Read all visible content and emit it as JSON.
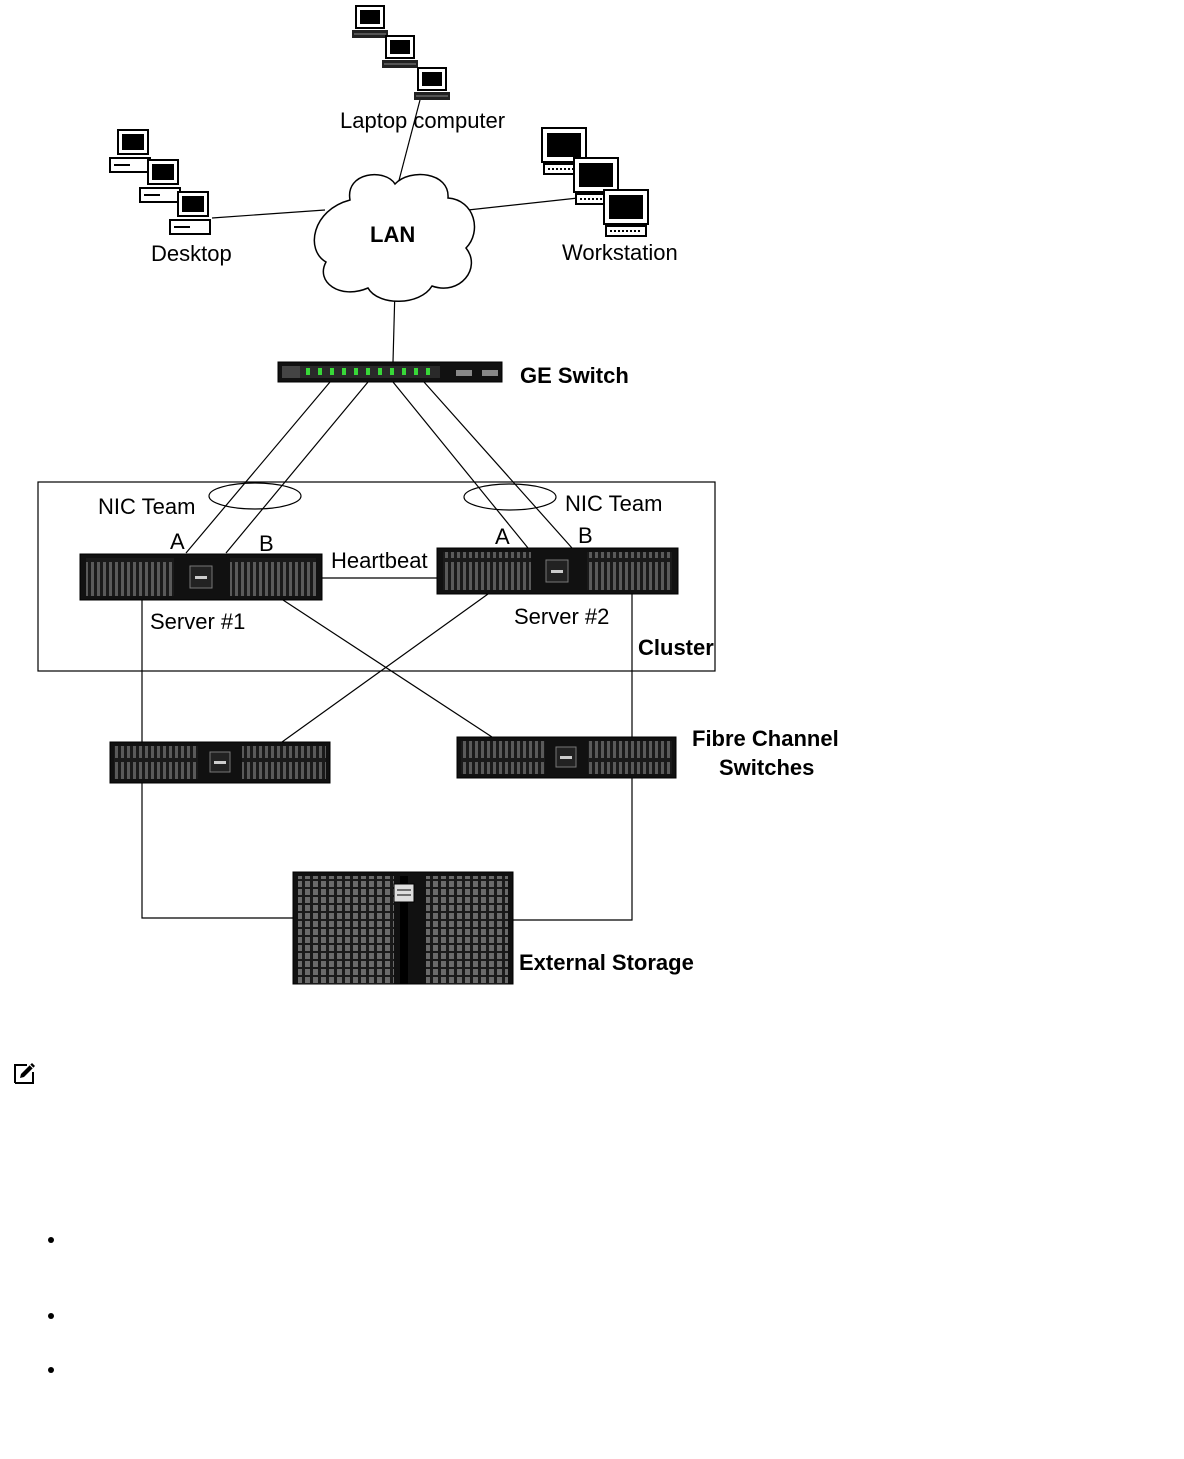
{
  "diagram": {
    "labels": {
      "laptop": "Laptop computer",
      "desktop": "Desktop",
      "workstation": "Workstation",
      "lan": "LAN",
      "ge_switch": "GE Switch",
      "nic_team_left": "NIC Team",
      "nic_team_right": "NIC Team",
      "port_a_left": "A",
      "port_b_left": "B",
      "port_a_right": "A",
      "port_b_right": "B",
      "heartbeat": "Heartbeat",
      "server1": "Server #1",
      "server2": "Server #2",
      "cluster": "Cluster",
      "fc_switches_line1": "Fibre Channel",
      "fc_switches_line2": "Switches",
      "external_storage": "External Storage"
    }
  },
  "note": {
    "icon": "pencil-note-icon"
  },
  "bullets": [
    {},
    {},
    {}
  ]
}
